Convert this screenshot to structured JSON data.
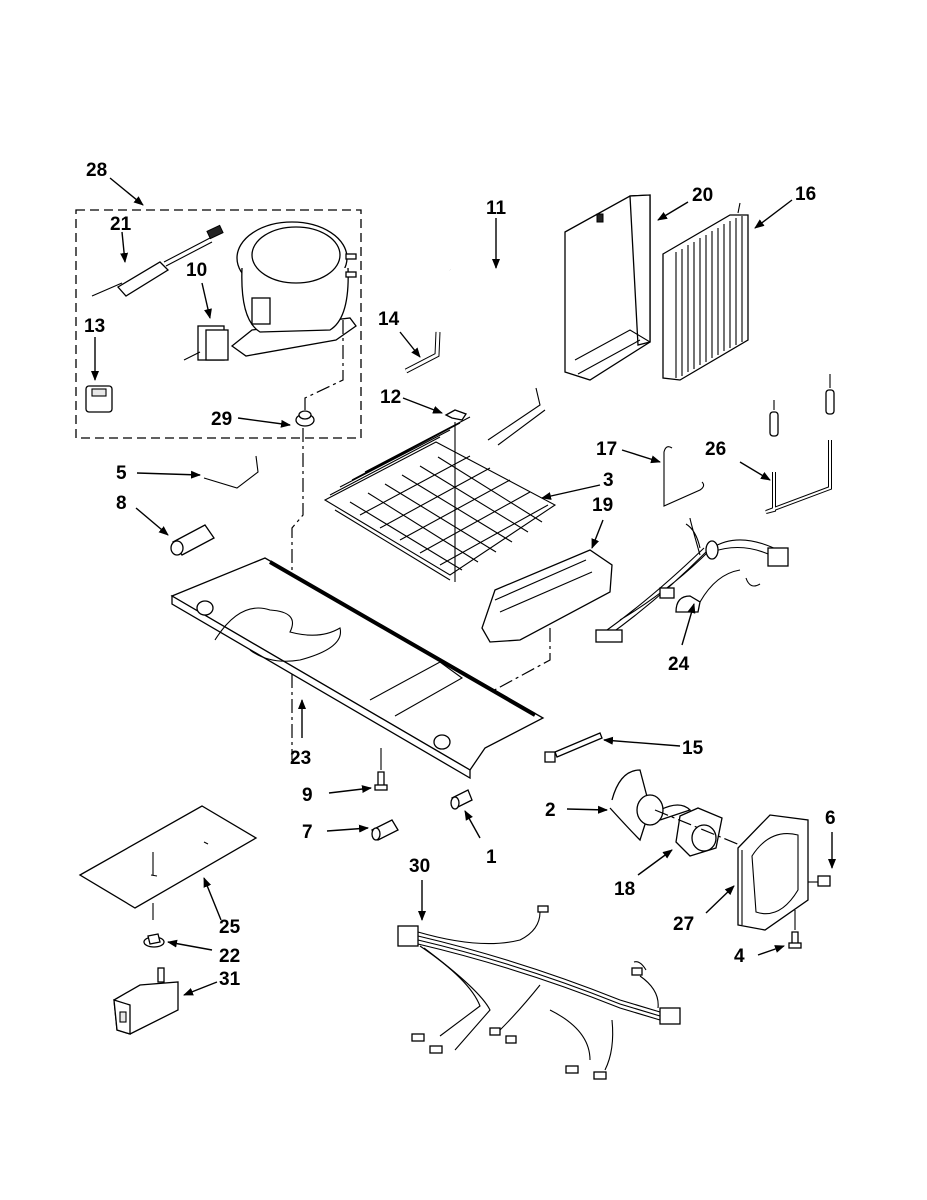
{
  "diagram": {
    "type": "exploded parts diagram",
    "subject": "refrigerator unit / sealed system parts",
    "callouts": [
      {
        "id": "1",
        "label": "1",
        "part": "grommet"
      },
      {
        "id": "2",
        "label": "2",
        "part": "condenser fan blade"
      },
      {
        "id": "3",
        "label": "3",
        "part": "condenser coil"
      },
      {
        "id": "4",
        "label": "4",
        "part": "screw"
      },
      {
        "id": "5",
        "label": "5",
        "part": "clip"
      },
      {
        "id": "6",
        "label": "6",
        "part": "screw"
      },
      {
        "id": "7",
        "label": "7",
        "part": "grommet"
      },
      {
        "id": "8",
        "label": "8",
        "part": "insulation tube"
      },
      {
        "id": "9",
        "label": "9",
        "part": "screw"
      },
      {
        "id": "10",
        "label": "10",
        "part": "start relay"
      },
      {
        "id": "11",
        "label": "11",
        "part": "tube"
      },
      {
        "id": "12",
        "label": "12",
        "part": "clip"
      },
      {
        "id": "13",
        "label": "13",
        "part": "overload"
      },
      {
        "id": "14",
        "label": "14",
        "part": "tube"
      },
      {
        "id": "15",
        "label": "15",
        "part": "tie strap"
      },
      {
        "id": "16",
        "label": "16",
        "part": "evaporator"
      },
      {
        "id": "17",
        "label": "17",
        "part": "hanger wire"
      },
      {
        "id": "18",
        "label": "18",
        "part": "fan motor"
      },
      {
        "id": "19",
        "label": "19",
        "part": "drain pan"
      },
      {
        "id": "20",
        "label": "20",
        "part": "evaporator cover"
      },
      {
        "id": "21",
        "label": "21",
        "part": "drier"
      },
      {
        "id": "22",
        "label": "22",
        "part": "clip"
      },
      {
        "id": "23",
        "label": "23",
        "part": "base pan"
      },
      {
        "id": "24",
        "label": "24",
        "part": "power cord harness"
      },
      {
        "id": "25",
        "label": "25",
        "part": "insulation sheet"
      },
      {
        "id": "26",
        "label": "26",
        "part": "heat exchanger tube"
      },
      {
        "id": "27",
        "label": "27",
        "part": "fan shroud"
      },
      {
        "id": "28",
        "label": "28",
        "part": "compressor kit"
      },
      {
        "id": "29",
        "label": "29",
        "part": "grommet"
      },
      {
        "id": "30",
        "label": "30",
        "part": "wire harness"
      },
      {
        "id": "31",
        "label": "31",
        "part": "control box"
      }
    ]
  }
}
